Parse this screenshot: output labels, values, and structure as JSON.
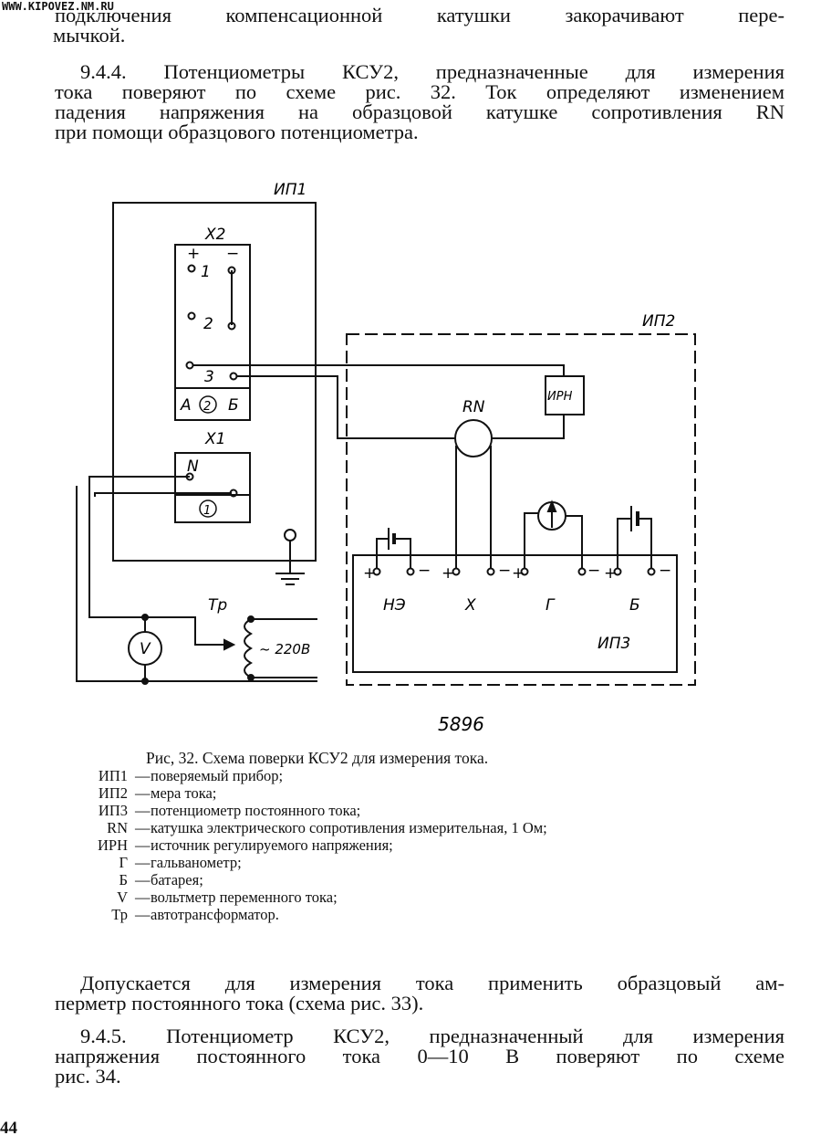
{
  "watermark": "WWW.KIPOVEZ.NM.RU",
  "top_text": {
    "line1": "подключения компенсационной катушки закорачивают пере-",
    "line2": "мычкой."
  },
  "section_944": {
    "lines": [
      "9.4.4. Потенциометры КСУ2, предназначенные для измерения",
      "тока поверяют по схеме рис. 32. Ток определяют изменением",
      "падения напряжения на образцовой катушке сопротивления RN",
      "при помощи образцового потенциометра."
    ]
  },
  "diagram": {
    "ip1": "ИП1",
    "ip2": "ИП2",
    "ip3": "ИП3",
    "x2": "X2",
    "x1": "X1",
    "plus": "+",
    "minus": "−",
    "n1": "1",
    "n2": "2",
    "n3": "3",
    "a": "А",
    "circ2": "2",
    "b": "Б",
    "n": "N",
    "circ1": "1",
    "rn": "RN",
    "irn": "ИРН",
    "tr": "Тр",
    "v": "V",
    "v220": "~ 220В",
    "ne": "НЭ",
    "x": "Х",
    "g": "Г",
    "bb": "Б",
    "fig_number": "5896"
  },
  "caption": "Рис, 32. Схема поверки КСУ2 для измерения тока.",
  "legend": [
    {
      "abbr": "ИП1",
      "dash": "—",
      "text": "поверяемый прибор;"
    },
    {
      "abbr": "ИП2",
      "dash": "—",
      "text": "мера тока;"
    },
    {
      "abbr": "ИП3",
      "dash": "—",
      "text": "потенциометр постоянного тока;"
    },
    {
      "abbr": "RN",
      "dash": "—",
      "text": "катушка электрического сопротивления измерительная, 1 Ом;"
    },
    {
      "abbr": "ИРН",
      "dash": "—",
      "text": "источник регулируемого напряжения;"
    },
    {
      "abbr": "Г",
      "dash": "—",
      "text": "гальванометр;"
    },
    {
      "abbr": "Б",
      "dash": "—",
      "text": "батарея;"
    },
    {
      "abbr": "V",
      "dash": "—",
      "text": "вольтметр переменного тока;"
    },
    {
      "abbr": "Тр",
      "dash": "—",
      "text": "автотрансформатор."
    }
  ],
  "after_legend": {
    "lines": [
      "Допускается для измерения тока применить образцовый ам-",
      "перметр постоянного тока (схема рис. 33)."
    ]
  },
  "section_945": {
    "lines": [
      "9.4.5. Потенциометр КСУ2, предназначенный для измерения",
      "напряжения постоянного тока 0—10 В поверяют по схеме",
      "рис. 34."
    ]
  },
  "page_number": "44"
}
